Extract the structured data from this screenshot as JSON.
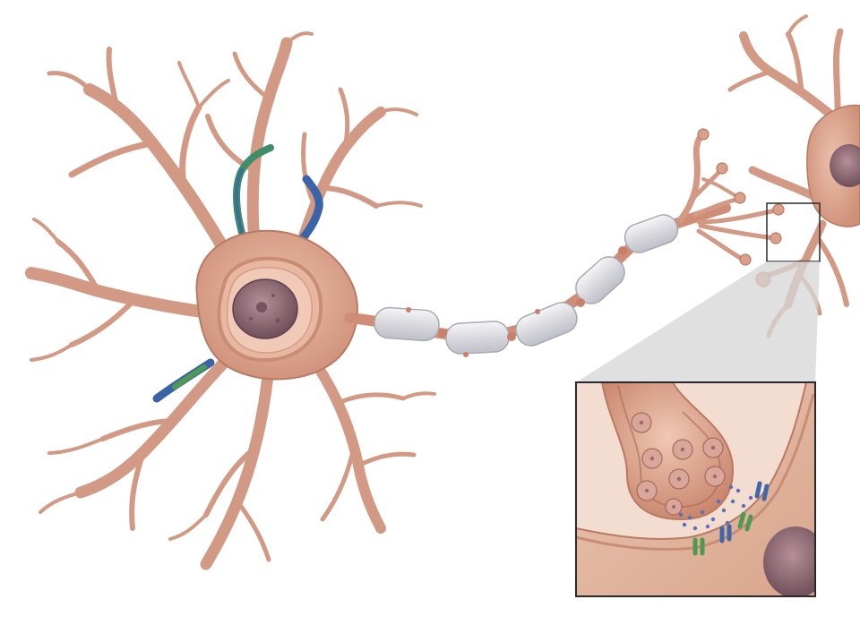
{
  "diagram": {
    "labels": [],
    "palette": {
      "background": "#ffffff",
      "membrane": "#d9a08a",
      "membrane_dark": "#b97a63",
      "cytoplasm": "#e2b29c",
      "nucleus": "#8e6a74",
      "myelin": "#e6e6ea",
      "node_of_ranvier": "#c9806a",
      "inset_frame": "#2a2a2a",
      "zoom_wedge": "#d6d6d6",
      "vesicle": "#c98f86",
      "neurotransmitter": "#5f6fb3",
      "receptor_blue": "#3f68a8",
      "receptor_green": "#4f9a52",
      "neighbor_nerve_green": "#3f8e6a",
      "neighbor_nerve_blue": "#3a63a8"
    },
    "parts": [
      "presynaptic-neuron",
      "cell-body",
      "nucleus",
      "dendrites",
      "axon",
      "myelin-sheath",
      "nodes-of-ranvier",
      "axon-terminals",
      "postsynaptic-neuron",
      "synapse-inset"
    ]
  }
}
